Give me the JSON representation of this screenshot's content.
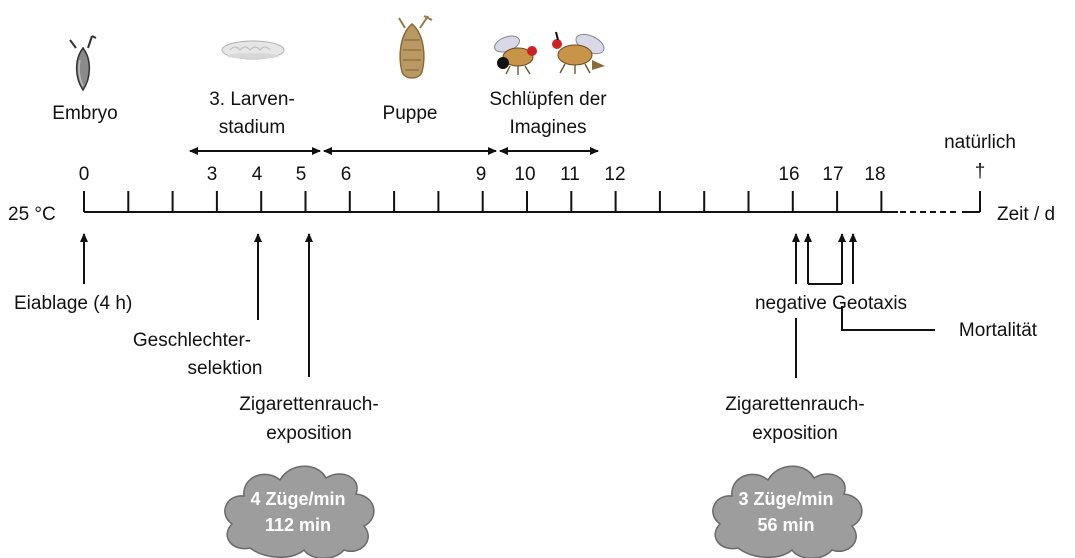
{
  "stages": {
    "embryo": "Embryo",
    "larva_line1": "3. Larven-",
    "larva_line2": "stadium",
    "pupa": "Puppe",
    "eclosion_line1": "Schlüpfen der",
    "eclosion_line2": "Imagines"
  },
  "axis": {
    "temperature": "25 °C",
    "unit_label": "Zeit / d",
    "natural_label": "natürlich",
    "dagger": "†",
    "day_labels": [
      "0",
      "3",
      "4",
      "5",
      "6",
      "9",
      "10",
      "11",
      "12",
      "16",
      "17",
      "18"
    ]
  },
  "events": {
    "egg_laying": "Eiablage (4 h)",
    "sex_selection_line1": "Geschlechter-",
    "sex_selection_line2": "selektion",
    "smoke_exposure_line1": "Zigarettenrauch-",
    "smoke_exposure_line2": "exposition",
    "negative_geotaxis": "negative Geotaxis",
    "mortality": "Mortalität"
  },
  "clouds": {
    "first_line1": "4 Züge/min",
    "first_line2": "112 min",
    "second_line1": "3 Züge/min",
    "second_line2": "56 min"
  },
  "colors": {
    "cloud_fill": "#9d9d9d",
    "text": "#111111"
  },
  "icons": [
    "embryo-icon",
    "larva-icon",
    "pupa-icon",
    "fly-icon"
  ]
}
